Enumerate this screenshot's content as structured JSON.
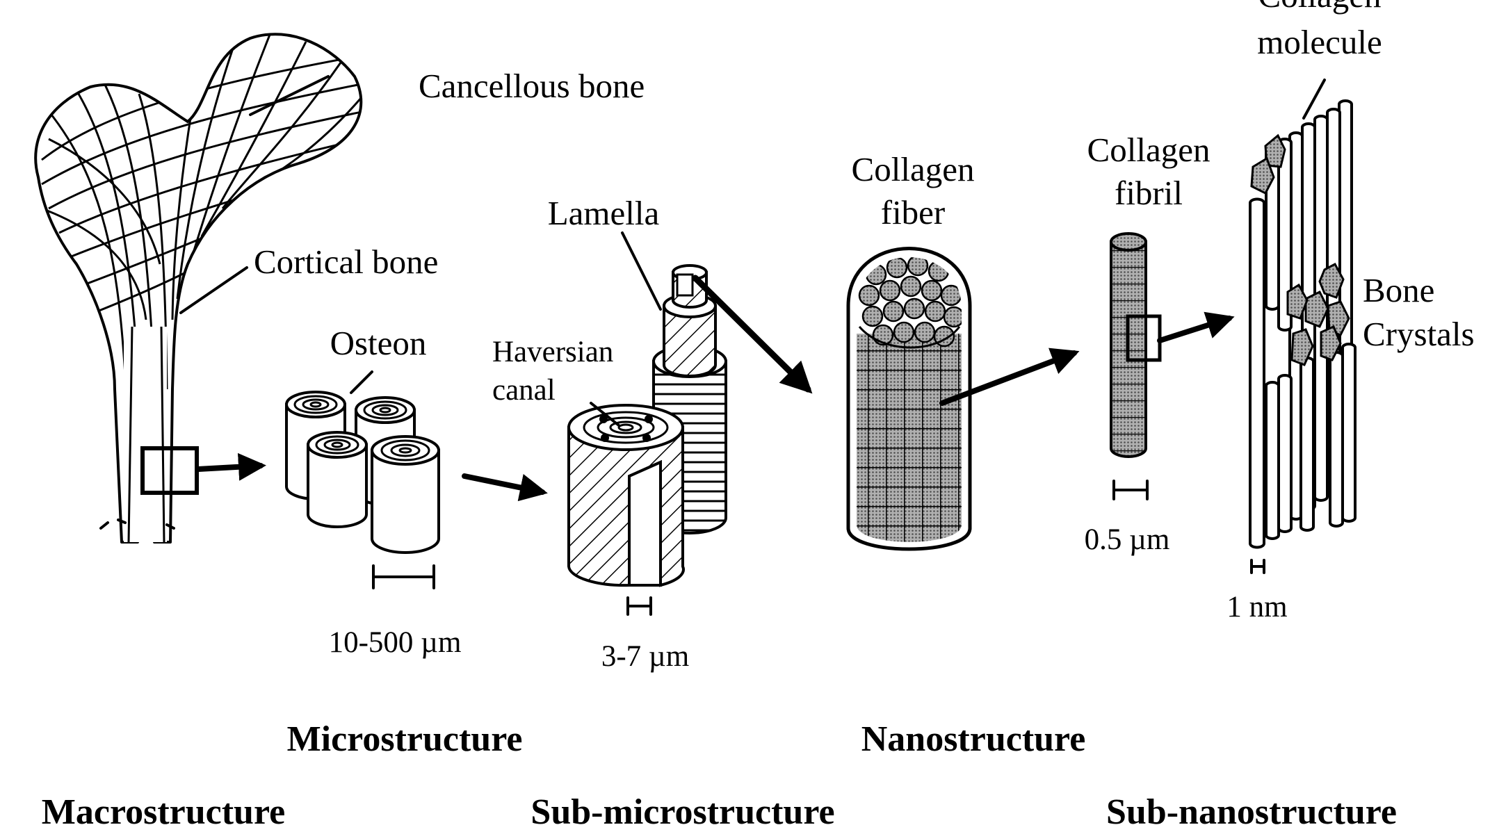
{
  "labels": {
    "collagen_molecule": [
      "Collagen",
      "molecule"
    ],
    "cancellous_bone": "Cancellous bone",
    "collagen_fibril": [
      "Collagen",
      "fibril"
    ],
    "collagen_fiber": [
      "Collagen",
      "fiber"
    ],
    "lamella": "Lamella",
    "cortical_bone": "Cortical bone",
    "osteon": "Osteon",
    "haversian_canal": [
      "Haversian",
      "canal"
    ],
    "bone_crystals": [
      "Bone",
      "Crystals"
    ]
  },
  "scales": {
    "osteon": "10-500 µm",
    "lamella": "3-7 µm",
    "fibril": "0.5 µm",
    "molecule": "1 nm"
  },
  "levels": {
    "microstructure": "Microstructure",
    "nanostructure": "Nanostructure",
    "macrostructure": "Macrostructure",
    "sub_microstructure": "Sub-microstructure",
    "sub_nanostructure": "Sub-nanostructure"
  },
  "colors": {
    "ink": "#000000",
    "paper": "#ffffff",
    "stipple": "#8c8c8c"
  }
}
